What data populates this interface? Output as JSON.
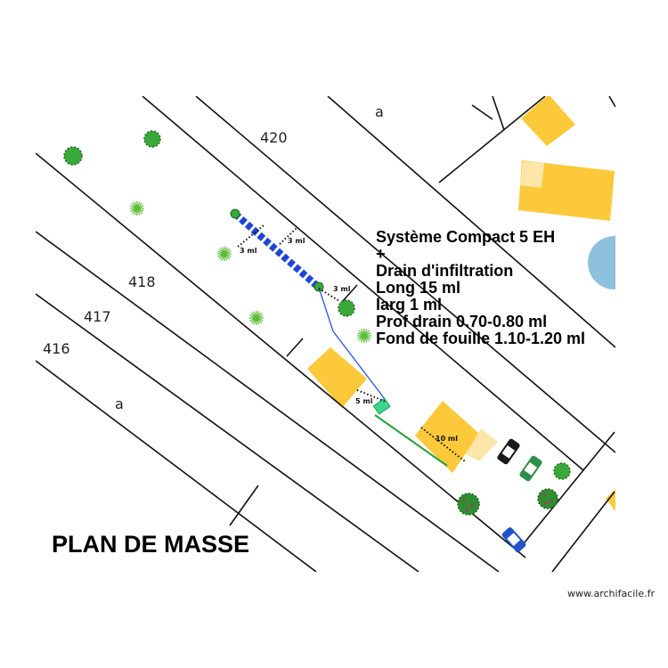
{
  "plan": {
    "title": "PLAN DE MASSE",
    "watermark": "www.archifacile.fr"
  },
  "parcels": {
    "p420": "420",
    "p418": "418",
    "p417": "417",
    "p416": "416",
    "a_top": "a",
    "a_left": "a"
  },
  "dimensions": {
    "d1": "3 ml",
    "d2": "3 ml",
    "d3": "3 ml",
    "d4": "5 ml",
    "d5": "10 ml"
  },
  "specs": [
    "Système Compact 5 EH",
    "+",
    "Drain d'infiltration",
    "Long 15 ml",
    "larg 1 ml",
    "Prof drain  0.70-0.80 ml",
    "Fond de fouille 1.10-1.20 ml"
  ],
  "colors": {
    "building": "#fcc93a",
    "building_light": "#fde6a8",
    "drain": "#1e45d8",
    "pipe": "#2a55d8",
    "tank": "#3dd68c",
    "outlet": "#22a03a",
    "pool": "#8ec1dc"
  }
}
